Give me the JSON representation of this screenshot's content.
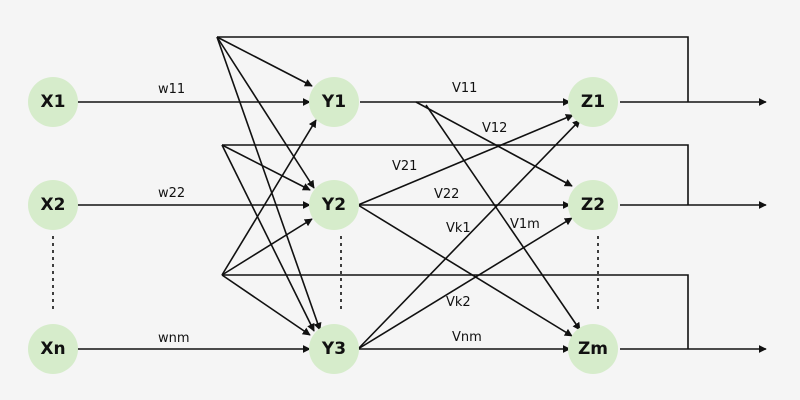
{
  "nodes": {
    "x1": "X1",
    "x2": "X2",
    "xn": "Xn",
    "y1": "Y1",
    "y2": "Y2",
    "y3": "Y3",
    "z1": "Z1",
    "z2": "Z2",
    "zm": "Zm"
  },
  "labels": {
    "w11": "w11",
    "w22": "w22",
    "wnm": "wnm",
    "v11": "V11",
    "v12": "V12",
    "v21": "V21",
    "v22": "V22",
    "vk1": "Vk1",
    "v1m": "V1m",
    "vk2": "Vk2",
    "vnm": "Vnm"
  },
  "colors": {
    "node_fill": "#d6eccb",
    "line": "#111111",
    "background": "#f5f5f5"
  }
}
